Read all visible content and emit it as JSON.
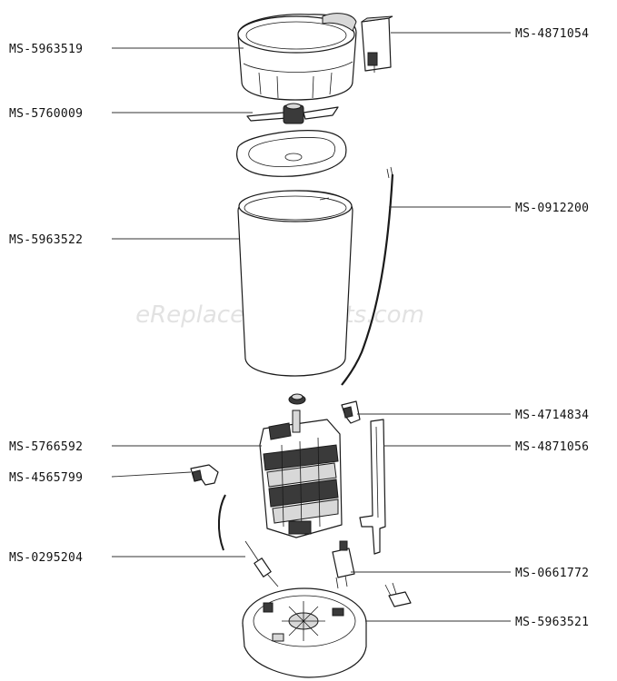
{
  "watermark": "eReplacementParts.com",
  "callouts": [
    {
      "id": "MS-5963519",
      "part": "grinder-bowl-lid"
    },
    {
      "id": "MS-5760009",
      "part": "blade"
    },
    {
      "id": "MS-5963522",
      "part": "housing-shell"
    },
    {
      "id": "MS-5766592",
      "part": "motor"
    },
    {
      "id": "MS-4565799",
      "part": "switch-clip"
    },
    {
      "id": "MS-0295204",
      "part": "fuse"
    },
    {
      "id": "MS-4871054",
      "part": "lid-switch-actuator"
    },
    {
      "id": "MS-0912200",
      "part": "power-cord"
    },
    {
      "id": "MS-4714834",
      "part": "bracket"
    },
    {
      "id": "MS-4871056",
      "part": "push-rod"
    },
    {
      "id": "MS-0661772",
      "part": "microswitch"
    },
    {
      "id": "MS-5963521",
      "part": "base"
    }
  ]
}
